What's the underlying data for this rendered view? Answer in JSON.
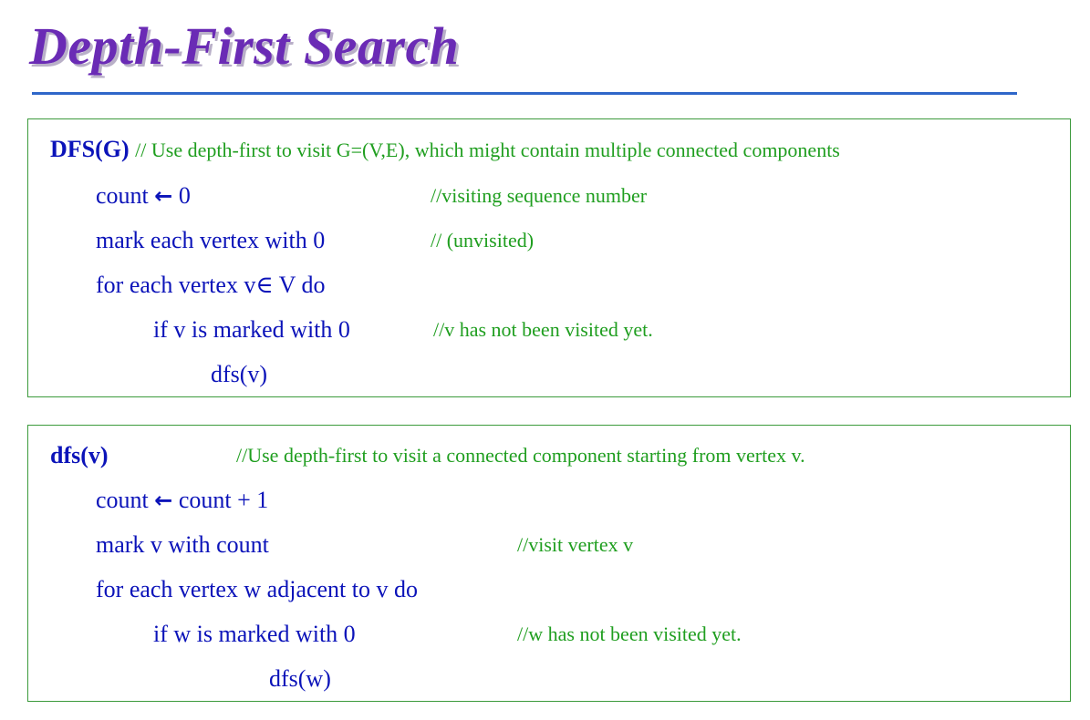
{
  "title": "Depth-First Search",
  "dfs_G": {
    "header_fn": "DFS(G)",
    "header_comment": "// Use depth-first to visit G=(V,E), which might contain multiple connected components",
    "line1_pre": "count",
    "line1_arrow": "←",
    "line1_post": "0",
    "line1_comment": "//visiting sequence number",
    "line2": "mark each vertex with 0",
    "line2_comment": "// (unvisited)",
    "line3": "for each vertex v∈ V do",
    "line4": "if v is marked with 0",
    "line4_comment": "//v has not been visited yet.",
    "line5": "dfs(v)"
  },
  "dfs_v": {
    "header_fn": "dfs(v)",
    "header_comment": "//Use depth-first to visit a connected component starting from vertex v.",
    "line1_pre": "count",
    "line1_arrow": "←",
    "line1_post": "count + 1",
    "line2": "mark v with count",
    "line2_comment": "//visit vertex v",
    "line3": "for each vertex w adjacent to v do",
    "line4": "if w is marked with 0",
    "line4_comment": "//w has not been visited yet.",
    "line5": "dfs(w)"
  },
  "colors": {
    "title": "#6a2bb5",
    "rule": "#2f67c9",
    "code": "#0b13b9",
    "comment": "#1f9e1f",
    "box_border": "#3c9a3c"
  }
}
